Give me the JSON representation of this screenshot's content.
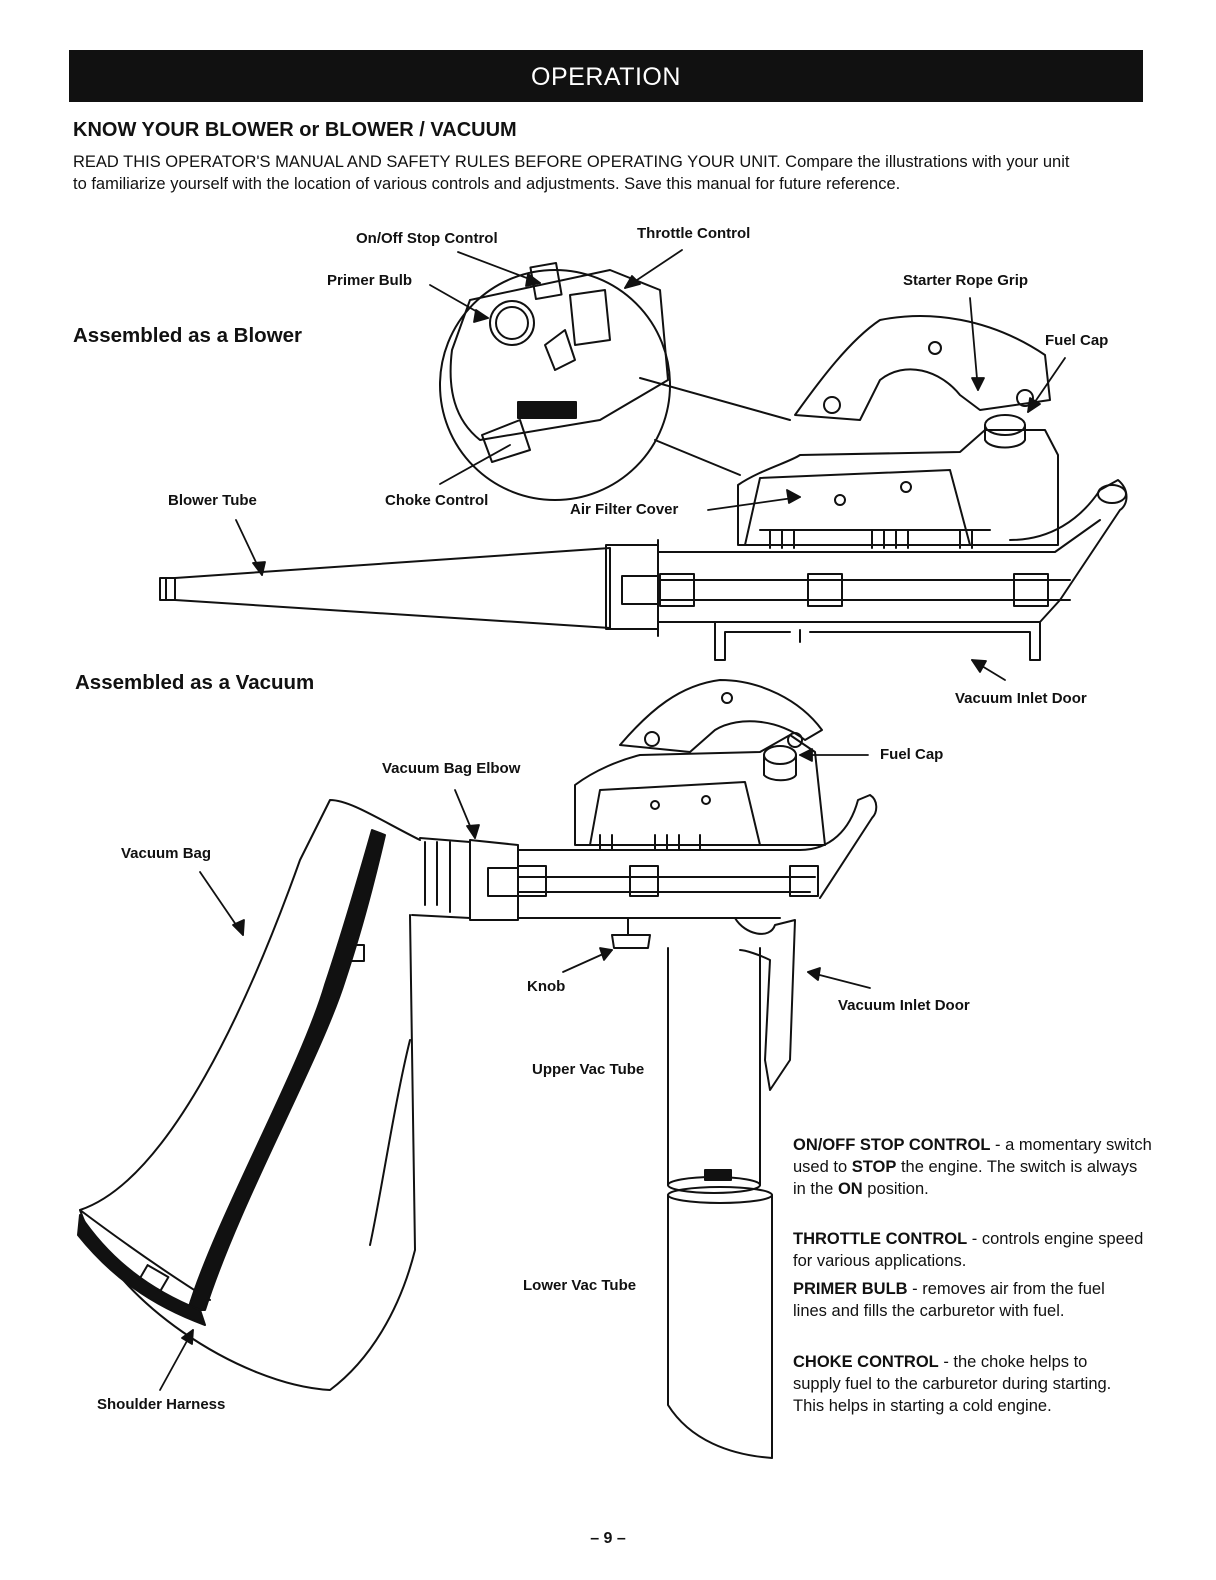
{
  "banner": "OPERATION",
  "heading": "KNOW YOUR BLOWER or BLOWER / VACUUM",
  "intro": "READ THIS OPERATOR'S MANUAL AND SAFETY RULES BEFORE OPERATING YOUR UNIT. Compare the illustrations with your unit to familiarize yourself with the location of various controls and adjustments. Save this manual for future reference.",
  "blower": {
    "title": "Assembled as a Blower",
    "labels": {
      "onoff": "On/Off Stop Control",
      "throttle": "Throttle Control",
      "primer": "Primer Bulb",
      "starter": "Starter Rope Grip",
      "fuel": "Fuel Cap",
      "tube": "Blower Tube",
      "choke": "Choke Control",
      "filter": "Air Filter Cover",
      "inlet": "Vacuum Inlet Door"
    }
  },
  "vacuum": {
    "title": "Assembled as a Vacuum",
    "labels": {
      "fuel": "Fuel Cap",
      "elbow": "Vacuum Bag Elbow",
      "bag": "Vacuum Bag",
      "knob": "Knob",
      "inlet": "Vacuum Inlet Door",
      "upper": "Upper Vac Tube",
      "lower": "Lower Vac Tube",
      "harness": "Shoulder Harness"
    }
  },
  "descriptions": [
    {
      "term": "ON/OFF STOP CONTROL",
      "pre": " - a momentary switch used to ",
      "em1": "STOP",
      "mid": " the engine. The switch is always in the ",
      "em2": "ON",
      "post": " position."
    },
    {
      "term": "THROTTLE CONTROL",
      "text": " - controls engine speed for various applications."
    },
    {
      "term": "PRIMER BULB",
      "text": " - removes air from the fuel lines and fills the carburetor with fuel."
    },
    {
      "term": "CHOKE CONTROL",
      "text": " - the choke helps to supply fuel to the carburetor during starting. This helps in starting a cold engine."
    }
  ],
  "page_number": "– 9 –"
}
